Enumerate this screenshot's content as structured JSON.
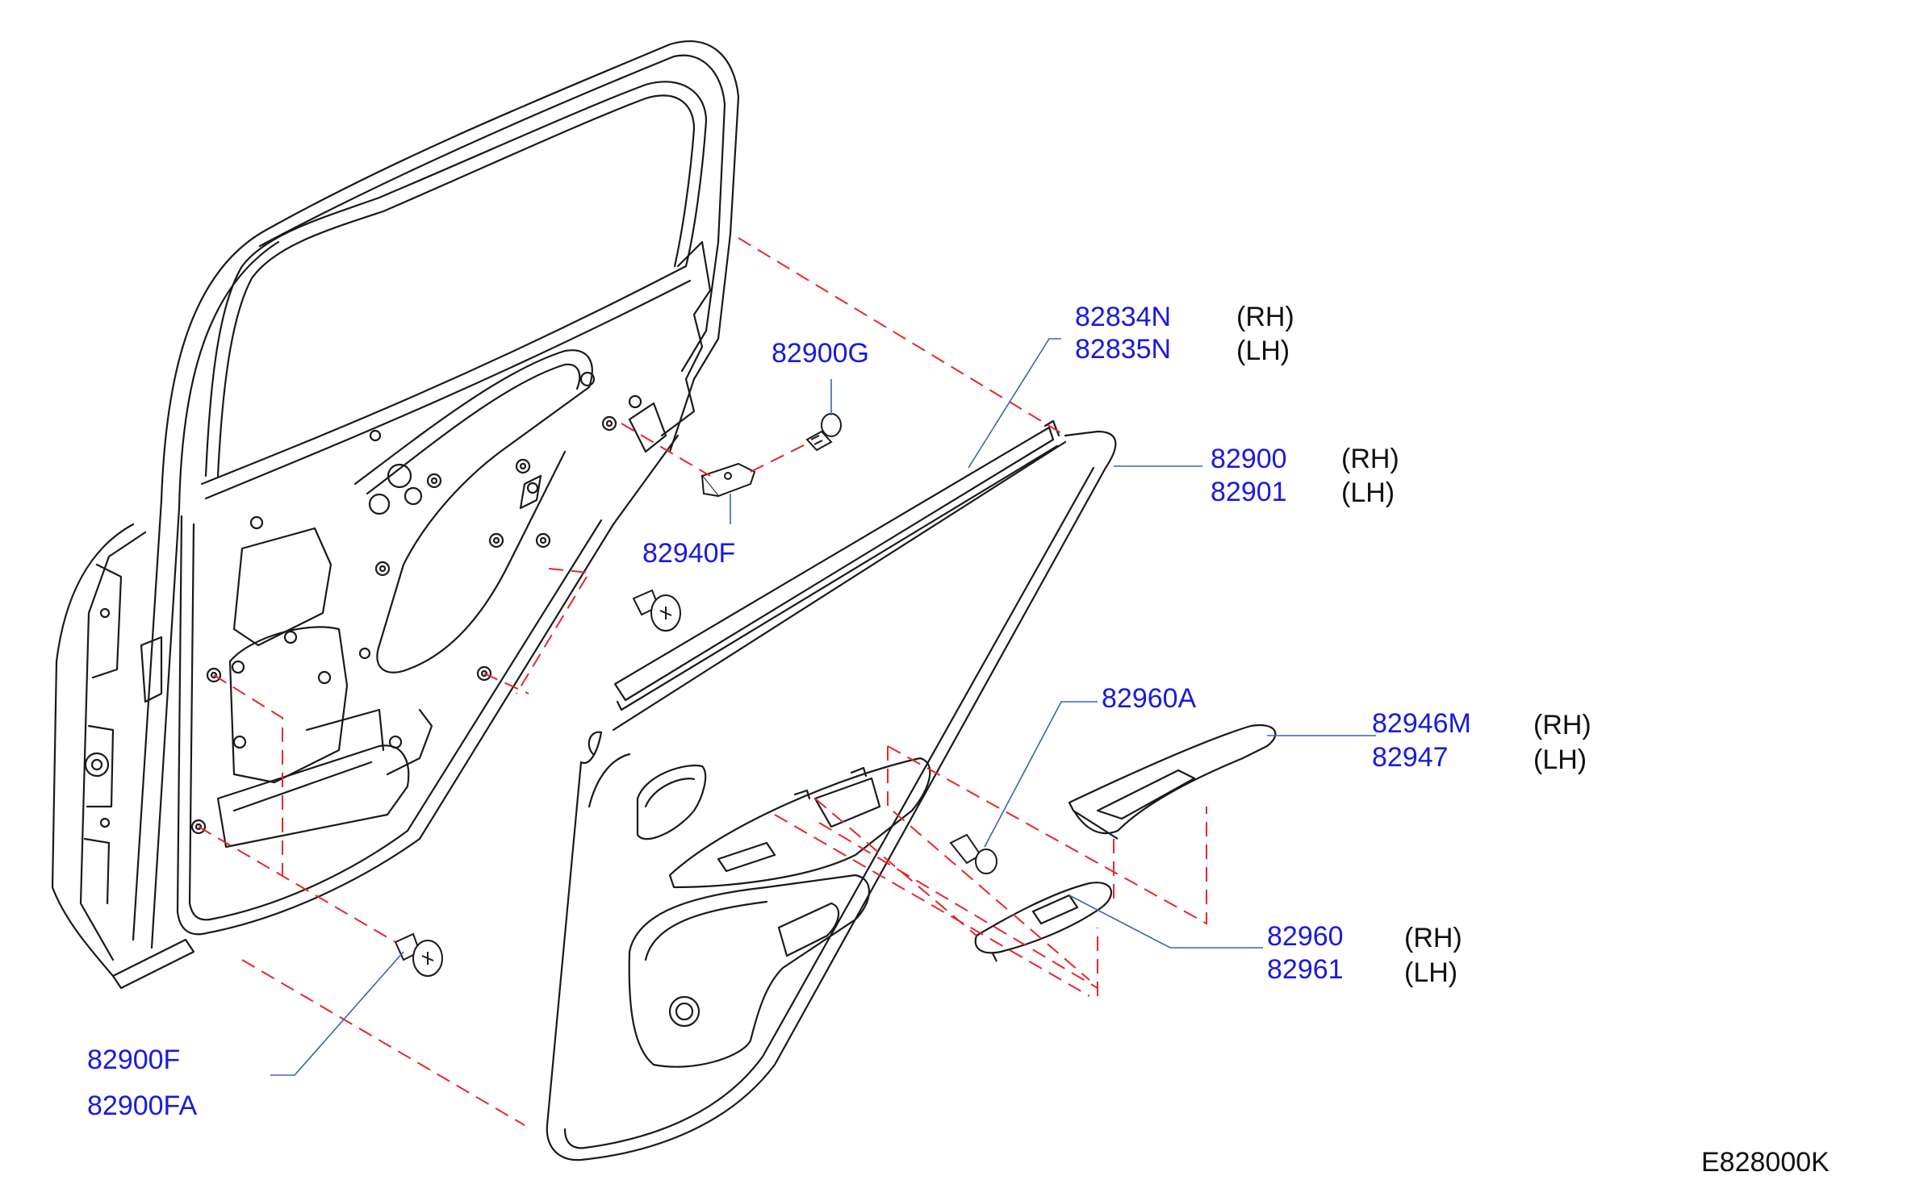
{
  "colors": {
    "part_number": "#1a1adc",
    "side_text": "#111111",
    "leader_line": "#3b63b8",
    "phantom_line": "#e8262b",
    "drawing_line": "#1a1a1a"
  },
  "callouts": {
    "weatherstrip": {
      "pn_rh": "82834N",
      "side_rh": "(RH)",
      "pn_lh": "82835N",
      "side_lh": "(LH)"
    },
    "trim_panel": {
      "pn_rh": "82900",
      "side_rh": "(RH)",
      "pn_lh": "82901",
      "side_lh": "(LH)"
    },
    "screw_g": {
      "pn": "82900G"
    },
    "bracket": {
      "pn": "82940F"
    },
    "screw_a": {
      "pn": "82960A"
    },
    "armrest_cover": {
      "pn_rh": "82946M",
      "side_rh": "(RH)",
      "pn_lh": "82947",
      "side_lh": "(LH)"
    },
    "switch_finisher": {
      "pn_rh": "82960",
      "side_rh": "(RH)",
      "pn_lh": "82961",
      "side_lh": "(LH)"
    },
    "clip": {
      "pn_1": "82900F",
      "pn_2": "82900FA"
    }
  },
  "figure_code": "E828000K"
}
